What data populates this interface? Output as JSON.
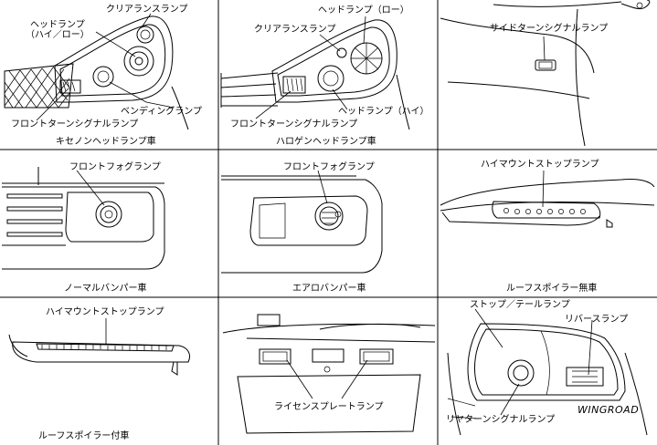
{
  "panels": {
    "xenon": {
      "labels": {
        "clearance": "クリアランスランプ",
        "headlamp": "ヘッドランプ\n（ハイ／ロー）",
        "bending": "ベンディングランプ",
        "turn": "フロントターンシグナルランプ"
      },
      "caption": "キセノンヘッドランプ車"
    },
    "halogen": {
      "labels": {
        "low": "ヘッドランプ（ロー）",
        "clearance": "クリアランスランプ",
        "high": "ヘッドランプ（ハイ）",
        "turn": "フロントターンシグナルランプ"
      },
      "caption": "ハロゲンヘッドランプ車"
    },
    "side_turn": {
      "labels": {
        "side_turn": "サイドターンシグナルランプ"
      }
    },
    "fog_normal": {
      "labels": {
        "fog": "フロントフォグランプ"
      },
      "caption": "ノーマルバンパー車"
    },
    "fog_aero": {
      "labels": {
        "fog": "フロントフォグランプ"
      },
      "caption": "エアロバンパー車"
    },
    "hmsl_no_spoiler": {
      "labels": {
        "hmsl": "ハイマウントストップランプ"
      },
      "caption": "ルーフスポイラー無車"
    },
    "hmsl_spoiler": {
      "labels": {
        "hmsl": "ハイマウントストップランプ"
      },
      "caption": "ルーフスポイラー付車"
    },
    "license": {
      "labels": {
        "license": "ライセンスプレートランプ"
      }
    },
    "rear": {
      "labels": {
        "stop_tail": "ストップ／テールランプ",
        "reverse": "リバースランプ",
        "rear_turn": "リヤターンシグナルランプ"
      },
      "brand": "WINGROAD"
    }
  }
}
